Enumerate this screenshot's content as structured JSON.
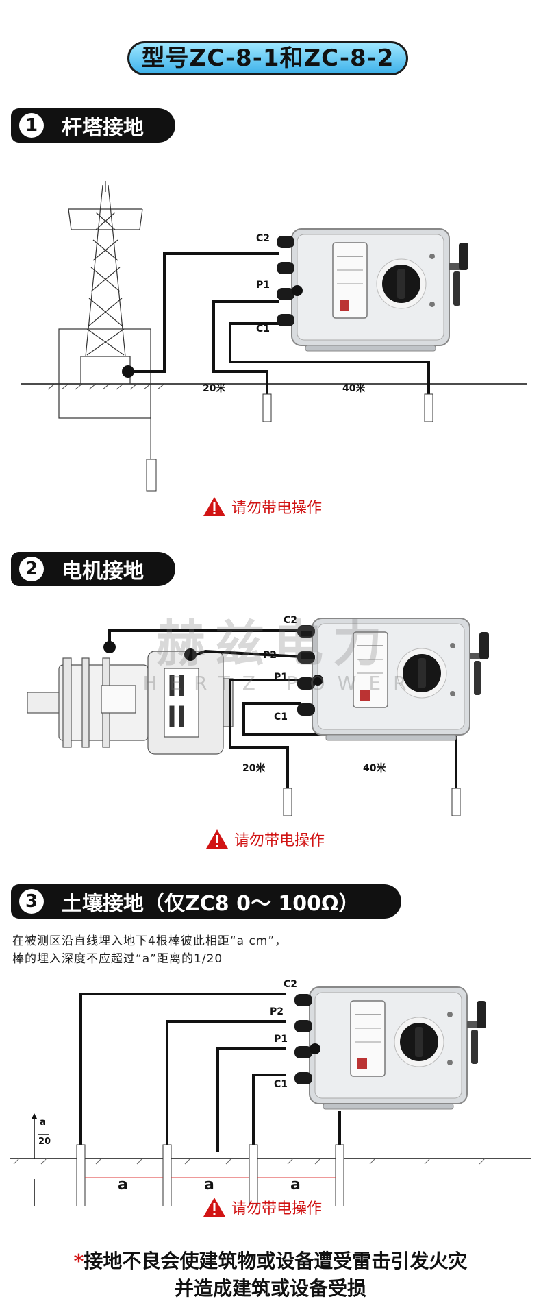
{
  "title": "型号ZC-8-1和ZC-8-2",
  "sections": [
    {
      "num": "1",
      "heading": "杆塔接地"
    },
    {
      "num": "2",
      "heading": "电机接地"
    },
    {
      "num": "3",
      "heading": "土壤接地（仅ZC8  0～ 100Ω）"
    }
  ],
  "terminals": {
    "c2": "C2",
    "p2": "P2",
    "p1": "P1",
    "c1": "C1"
  },
  "distances": {
    "d20": "20米",
    "d40": "40米"
  },
  "spacing": {
    "a": "a",
    "frac_num": "a",
    "frac_den": "20"
  },
  "warning": "请勿带电操作",
  "note_lines": [
    "在被测区沿直线埋入地下4根棒彼此相距“a  cm”，",
    "棒的埋入深度不应超过“a”距离的1/20"
  ],
  "watermark": {
    "cn": "赫兹电力",
    "en": "HERTZ POWER"
  },
  "footer": {
    "star": "*",
    "line1": "接地不良会使建筑物或设备遭受雷击引发火灾",
    "line2": "并造成建筑或设备受损"
  },
  "colors": {
    "pill_top": "#9ee7ff",
    "pill_bottom": "#3fb2ea",
    "warning": "#d11414",
    "header_bg": "#111111"
  }
}
